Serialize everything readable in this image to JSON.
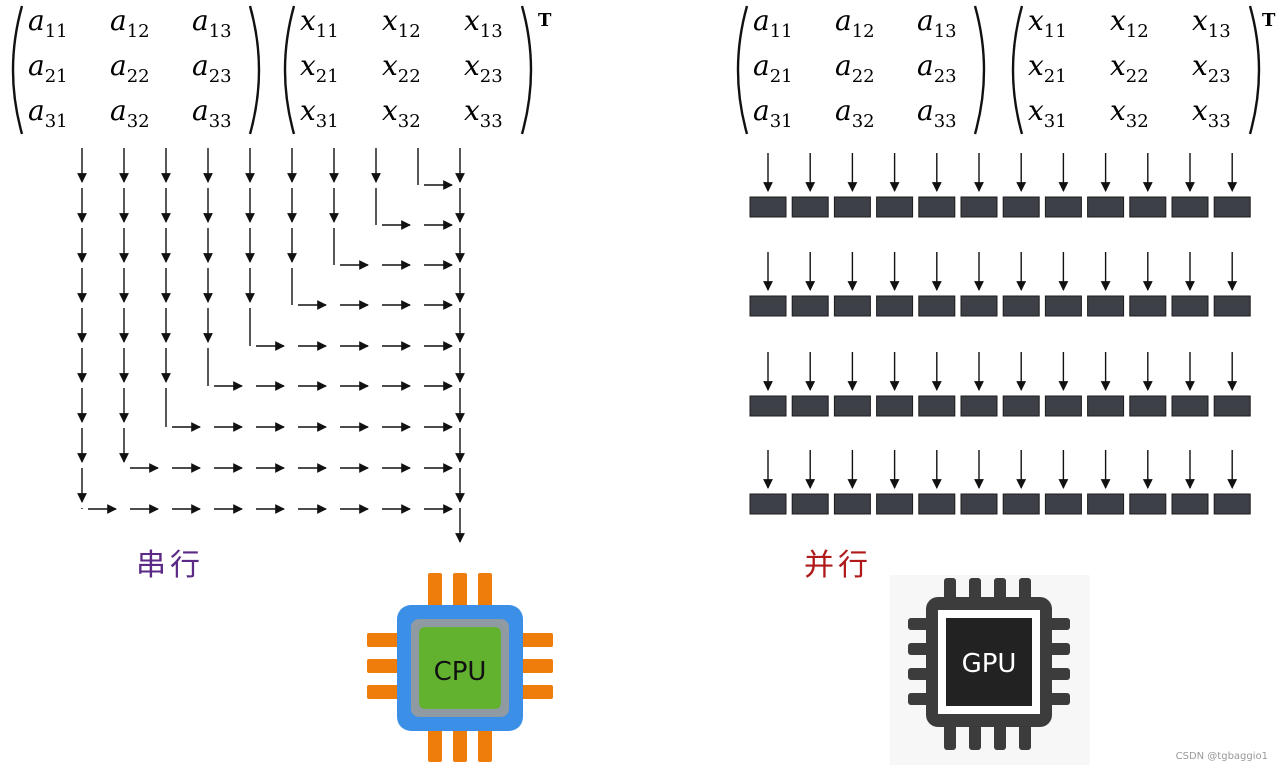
{
  "left_panel": {
    "matrix_a": [
      [
        "a",
        "11"
      ],
      [
        "a",
        "12"
      ],
      [
        "a",
        "13"
      ],
      [
        "a",
        "21"
      ],
      [
        "a",
        "22"
      ],
      [
        "a",
        "23"
      ],
      [
        "a",
        "31"
      ],
      [
        "a",
        "32"
      ],
      [
        "a",
        "33"
      ]
    ],
    "matrix_x": [
      [
        "x",
        "11"
      ],
      [
        "x",
        "12"
      ],
      [
        "x",
        "13"
      ],
      [
        "x",
        "21"
      ],
      [
        "x",
        "22"
      ],
      [
        "x",
        "23"
      ],
      [
        "x",
        "31"
      ],
      [
        "x",
        "32"
      ],
      [
        "x",
        "33"
      ]
    ],
    "transpose": "T",
    "label": "串行",
    "chip_label": "CPU"
  },
  "right_panel": {
    "matrix_a": [
      [
        "a",
        "11"
      ],
      [
        "a",
        "12"
      ],
      [
        "a",
        "13"
      ],
      [
        "a",
        "21"
      ],
      [
        "a",
        "22"
      ],
      [
        "a",
        "23"
      ],
      [
        "a",
        "31"
      ],
      [
        "a",
        "32"
      ],
      [
        "a",
        "33"
      ]
    ],
    "matrix_x": [
      [
        "x",
        "11"
      ],
      [
        "x",
        "12"
      ],
      [
        "x",
        "13"
      ],
      [
        "x",
        "21"
      ],
      [
        "x",
        "22"
      ],
      [
        "x",
        "23"
      ],
      [
        "x",
        "31"
      ],
      [
        "x",
        "32"
      ],
      [
        "x",
        "33"
      ]
    ],
    "transpose": "T",
    "label": "并行",
    "chip_label": "GPU",
    "core_rows": 4,
    "cores_per_row": 12
  },
  "watermark": "CSDN @tgbaggio1",
  "colors": {
    "serial_label": "#5b2a86",
    "parallel_label": "#b01a1a",
    "cpu_pins": "#ef7d0b",
    "cpu_body": "#3b8fe6",
    "cpu_core": "#63b22f",
    "gpu_body": "#3c3c3c",
    "core_block": "#3d4046"
  }
}
